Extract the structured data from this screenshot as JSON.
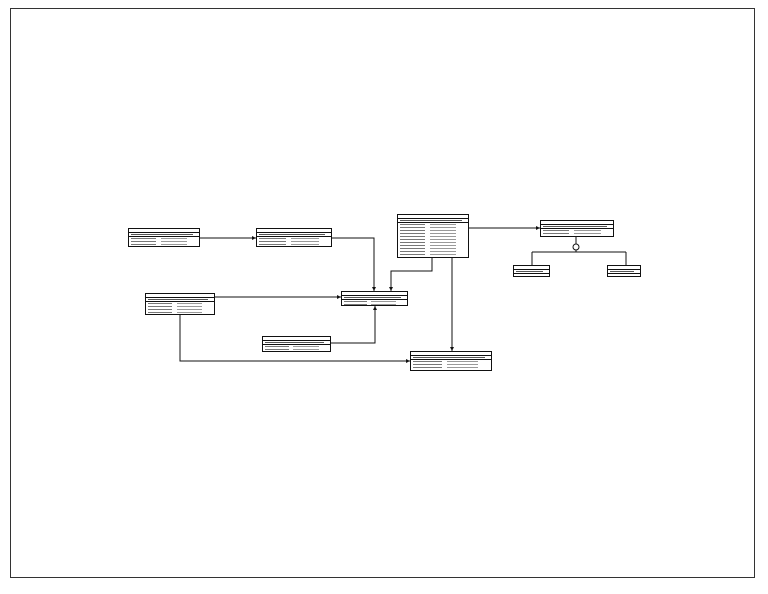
{
  "diagram": {
    "page_number": "",
    "entities": [
      {
        "id": "e1",
        "rows": 5
      },
      {
        "id": "e2",
        "rows": 5
      },
      {
        "id": "e3",
        "rows": 14
      },
      {
        "id": "e4",
        "rows": 3
      },
      {
        "id": "e5",
        "rows": 0
      },
      {
        "id": "e6",
        "rows": 0
      },
      {
        "id": "e7",
        "rows": 6
      },
      {
        "id": "e8",
        "rows": 3
      },
      {
        "id": "e9",
        "rows": 4
      },
      {
        "id": "e10",
        "rows": 5
      }
    ],
    "relationships": [
      {
        "from": "e1",
        "to": "e2",
        "label": ""
      },
      {
        "from": "e2",
        "to": "e8",
        "label": ""
      },
      {
        "from": "e3",
        "to": "e4",
        "label": ""
      },
      {
        "from": "e3",
        "to": "e8",
        "label": ""
      },
      {
        "from": "e3",
        "to": "e10",
        "label": ""
      },
      {
        "from": "e7",
        "to": "e8",
        "label": ""
      },
      {
        "from": "e9",
        "to": "e8",
        "label": ""
      },
      {
        "from": "e7",
        "to": "e10",
        "label": ""
      },
      {
        "from": "e4",
        "to": "e5",
        "label": ""
      },
      {
        "from": "e4",
        "to": "e6",
        "label": ""
      }
    ]
  }
}
